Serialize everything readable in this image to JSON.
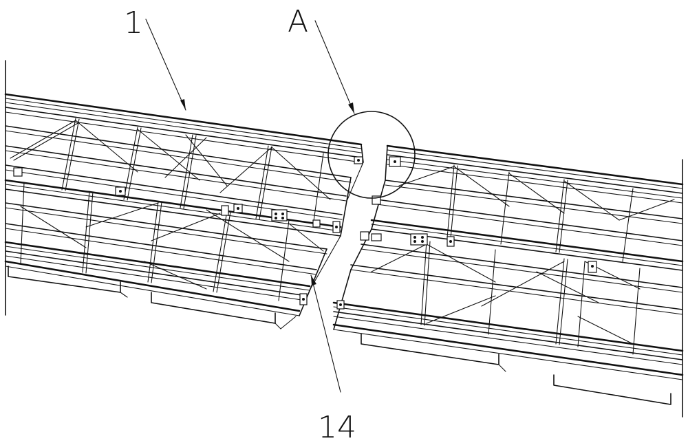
{
  "figure": {
    "labels": {
      "part_1": "1",
      "detail_a": "A",
      "part_14": "14"
    },
    "colors": {
      "line": "#111111",
      "background": "#ffffff"
    }
  }
}
